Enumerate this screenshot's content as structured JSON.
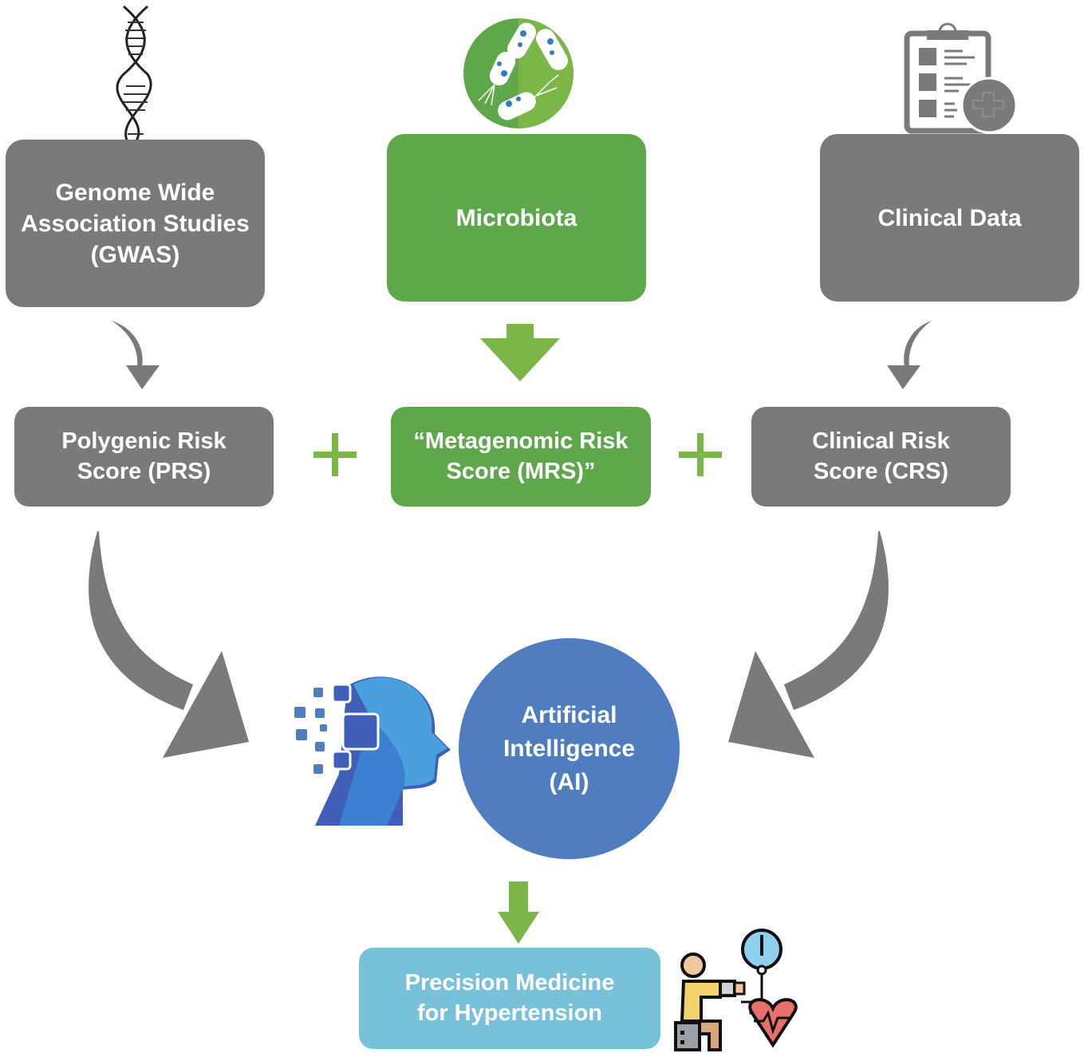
{
  "diagram": {
    "colors": {
      "gray": "#7a7a7c",
      "green": "#5ea84b",
      "light_green": "#7ab648",
      "blue": "#4f7dc0",
      "cyan": "#78c2d9",
      "white": "#ffffff"
    },
    "sources": [
      {
        "id": "gwas",
        "lines": [
          "Genome Wide",
          "Association Studies",
          "(GWAS)"
        ],
        "icon": "dna-helix-icon",
        "color": "gray"
      },
      {
        "id": "microbiota",
        "lines": [
          "Microbiota"
        ],
        "icon": "bacteria-icon",
        "color": "green"
      },
      {
        "id": "clinical",
        "lines": [
          "Clinical Data"
        ],
        "icon": "clipboard-medical-icon",
        "color": "gray"
      }
    ],
    "scores": [
      {
        "id": "prs",
        "lines": [
          "Polygenic Risk",
          "Score (PRS)"
        ],
        "color": "gray"
      },
      {
        "id": "mrs",
        "lines": [
          "“Metagenomic Risk",
          "Score (MRS)”"
        ],
        "color": "green"
      },
      {
        "id": "crs",
        "lines": [
          "Clinical Risk",
          "Score (CRS)"
        ],
        "color": "gray"
      }
    ],
    "operators": [
      "+",
      "+"
    ],
    "ai": {
      "lines": [
        "Artificial",
        "Intelligence",
        "(AI)"
      ],
      "icon": "ai-head-icon"
    },
    "outcome": {
      "lines": [
        "Precision Medicine",
        "for Hypertension"
      ],
      "icon": "blood-pressure-patient-icon"
    },
    "edges": [
      {
        "from": "gwas",
        "to": "prs",
        "style": "curved-gray-arrow"
      },
      {
        "from": "microbiota",
        "to": "mrs",
        "style": "straight-green-arrow"
      },
      {
        "from": "clinical",
        "to": "crs",
        "style": "curved-gray-arrow"
      },
      {
        "from": "prs",
        "to": "ai",
        "style": "large-curved-gray-arrow"
      },
      {
        "from": "crs",
        "to": "ai",
        "style": "large-curved-gray-arrow"
      },
      {
        "from": "ai",
        "to": "outcome",
        "style": "straight-green-arrow"
      }
    ]
  }
}
